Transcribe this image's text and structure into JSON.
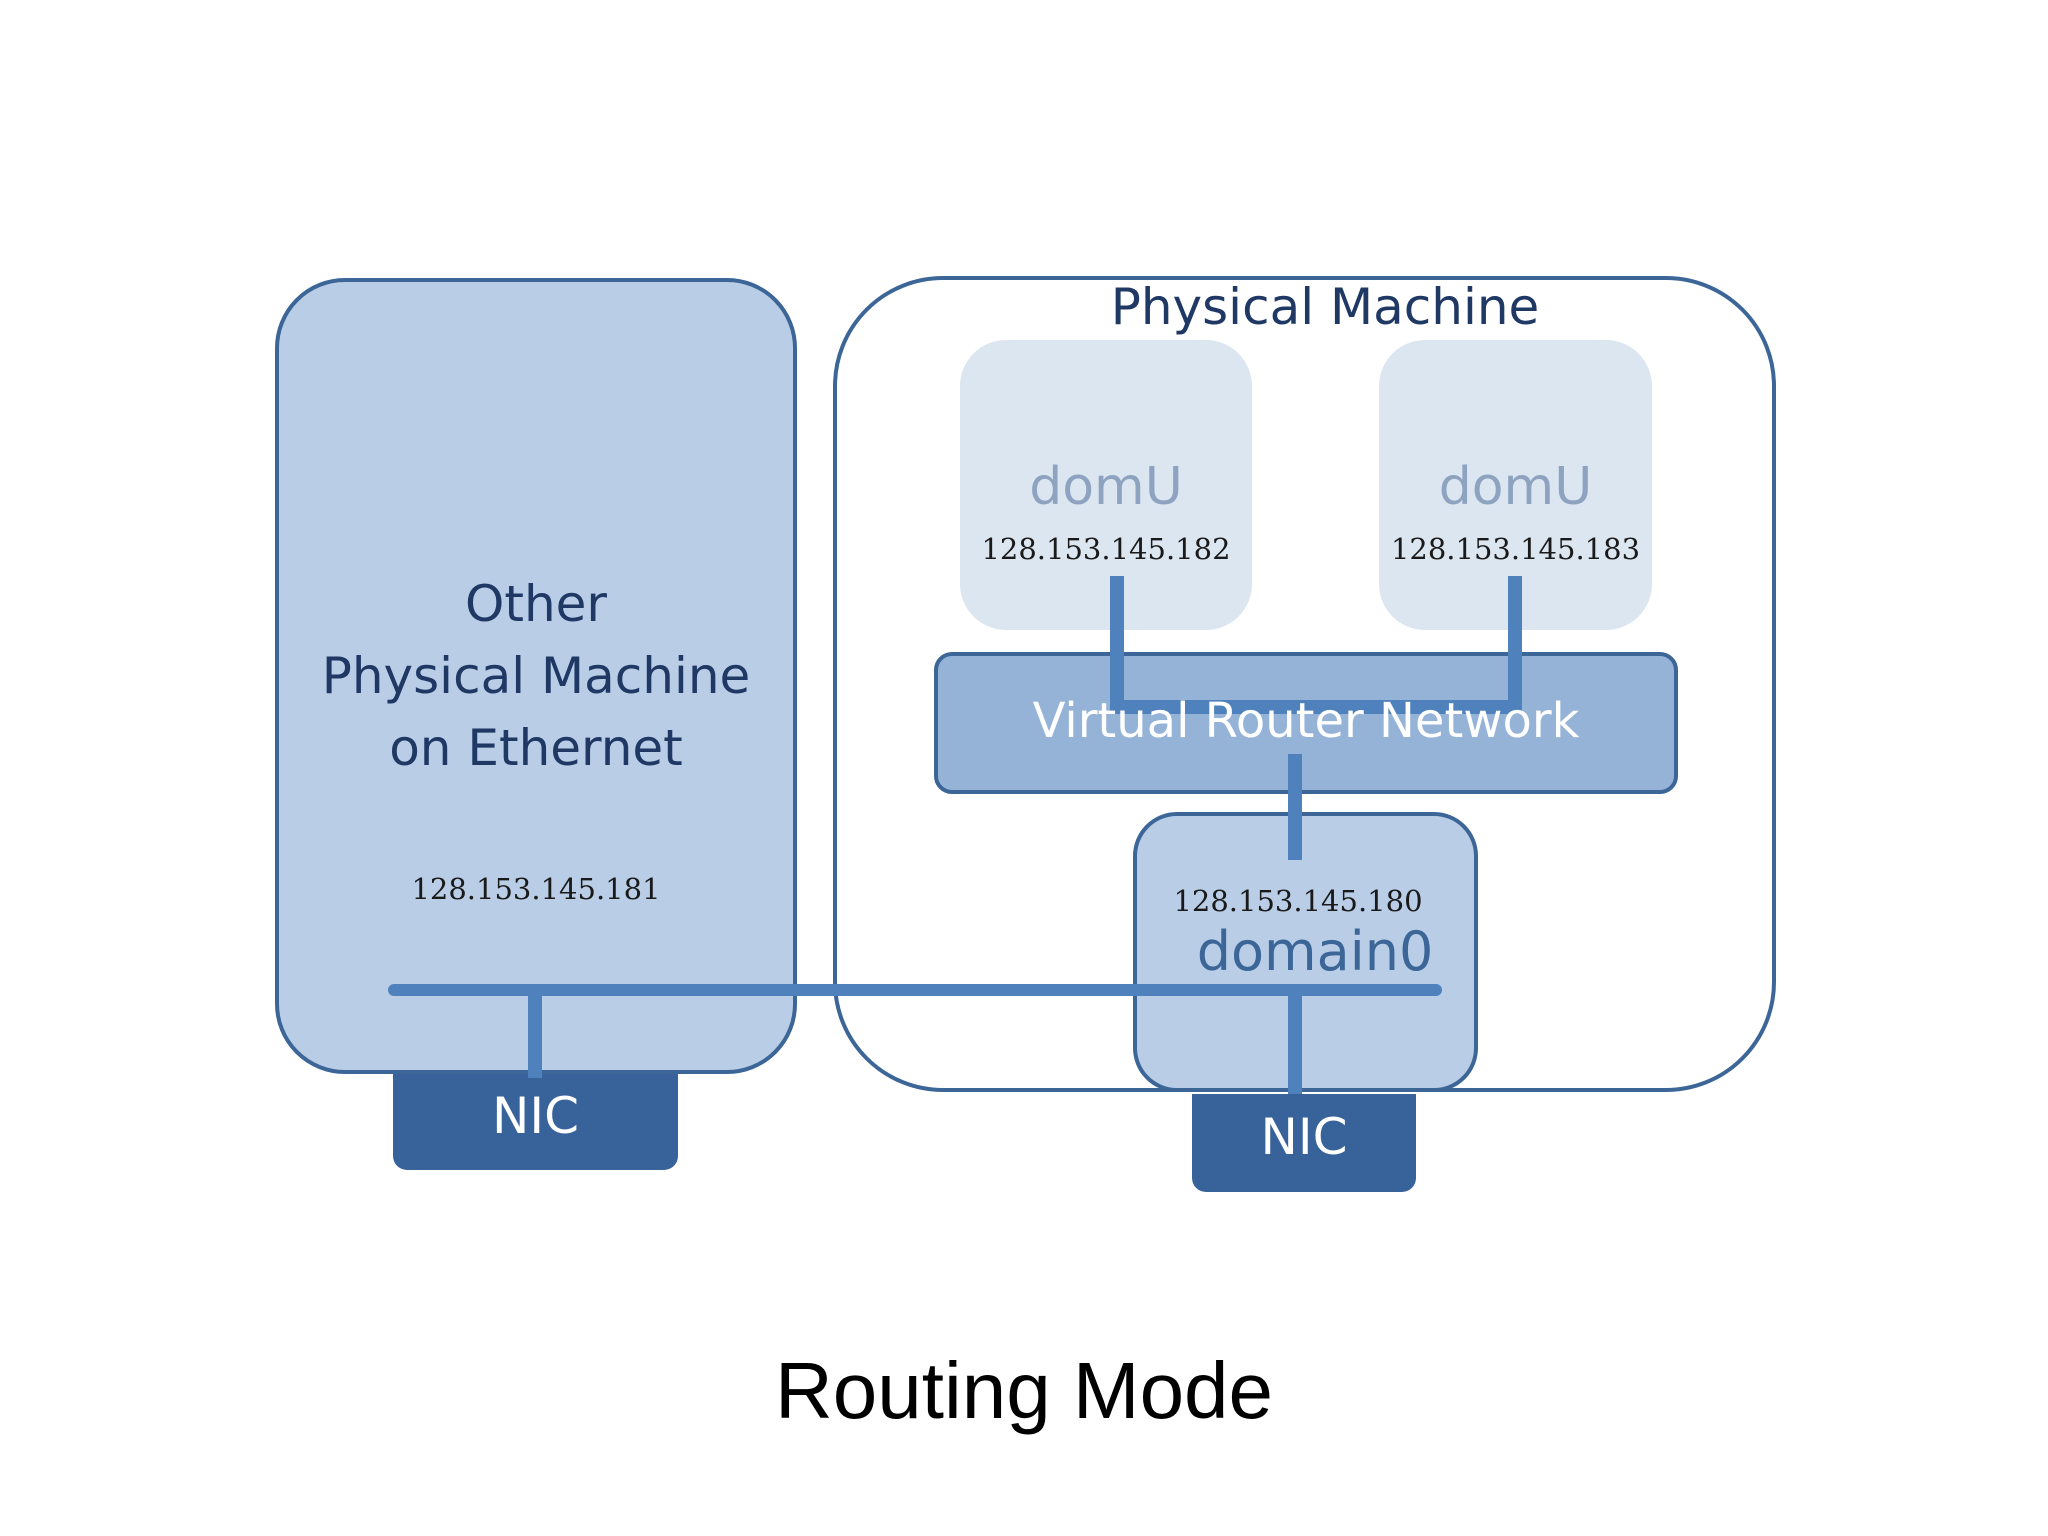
{
  "colors": {
    "outline": "#3c6697",
    "light_fill": "#b9cde6",
    "pale_fill": "#dce6f1",
    "router_fill": "#95b3d7",
    "nic_fill": "#37629a",
    "wire": "#4f81bd",
    "dark_text": "#1f3864",
    "ip_text": "#1a1a1a",
    "white_text": "#ffffff"
  },
  "other_machine": {
    "title_line1": "Other",
    "title_line2": "Physical Machine",
    "title_line3": "on Ethernet",
    "ip": "128.153.145.181",
    "nic_label": "NIC"
  },
  "physical_machine": {
    "title": "Physical Machine",
    "domu_left": {
      "label": "domU",
      "ip": "128.153.145.182"
    },
    "domu_right": {
      "label": "domU",
      "ip": "128.153.145.183"
    },
    "router": {
      "label": "Virtual Router Network"
    },
    "domain0": {
      "ip": "128.153.145.180",
      "label": "domain0"
    },
    "nic_label": "NIC"
  },
  "caption": "Routing Mode"
}
